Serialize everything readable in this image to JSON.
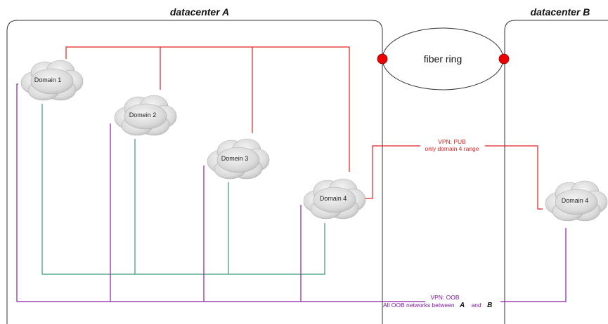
{
  "datacenters": {
    "a_title": "datacenter A",
    "b_title": "datacenter B"
  },
  "fiber_ring": {
    "label": "fiber ring"
  },
  "domains": {
    "d1": "Domain 1",
    "d2": "Domein 2",
    "d3": "Domein 3",
    "d4a": "Domain 4",
    "d4b": "Domain 4"
  },
  "vpn_pub": {
    "line1": "VPN: PUB",
    "line2": "only domain 4 range"
  },
  "vpn_oob": {
    "line1": "VPN: OOB",
    "line2_prefix": "All OOB networks between",
    "a": "A",
    "and": "and",
    "b": "B"
  },
  "colors": {
    "pub_network": "#e02020",
    "internal_network": "#3a9a78",
    "oob_network": "#8a1fa6",
    "fiber_node": "#ee0000",
    "border": "#333333"
  }
}
